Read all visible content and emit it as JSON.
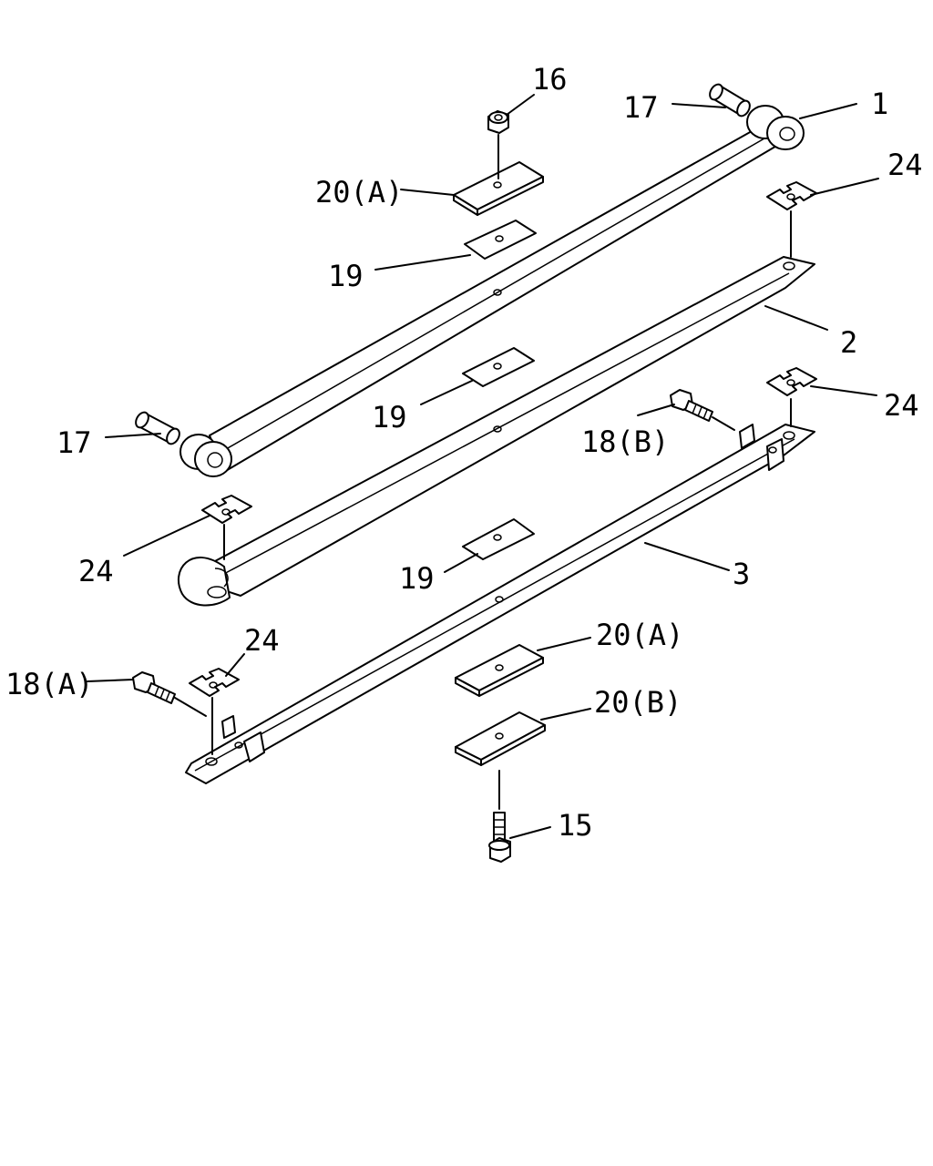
{
  "callouts": {
    "c1": "1",
    "c2": "2",
    "c3": "3",
    "c15": "15",
    "c16": "16",
    "c17_top": "17",
    "c17_left": "17",
    "c18a": "18(A)",
    "c18b": "18(B)",
    "c19_top": "19",
    "c19_mid": "19",
    "c19_low": "19",
    "c20a_top": "20(A)",
    "c20a_low": "20(A)",
    "c20b": "20(B)",
    "c24_top_right": "24",
    "c24_mid_right": "24",
    "c24_left": "24",
    "c24_low_left": "24"
  }
}
